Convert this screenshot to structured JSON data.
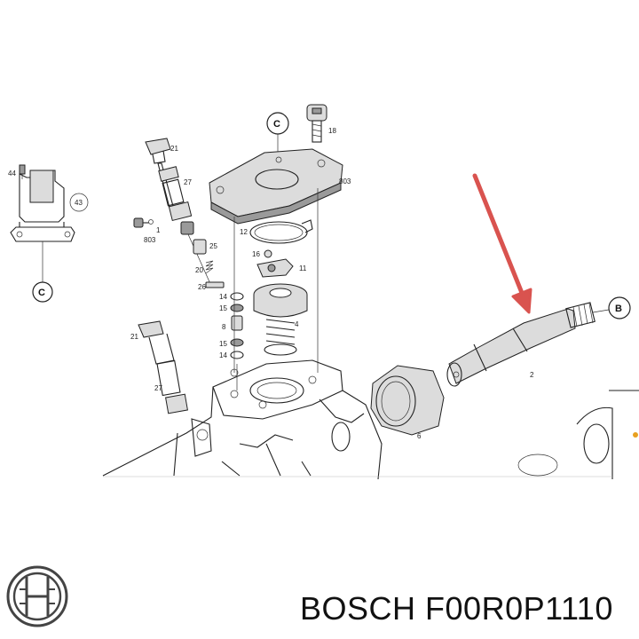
{
  "callouts": {
    "c_top": "C",
    "c_left": "C",
    "b_right": "B"
  },
  "part_numbers": {
    "n44": "44",
    "n43": "43",
    "n21a": "21",
    "n27a": "27",
    "n1": "1",
    "n803a": "803",
    "n25": "25",
    "n20": "20",
    "n26": "26",
    "n18": "18",
    "n803b": "803",
    "n12": "12",
    "n16": "16",
    "n11": "11",
    "n14a": "14",
    "n15a": "15",
    "n8": "8",
    "n15b": "15",
    "n14b": "14",
    "n4": "4",
    "n21b": "21",
    "n27b": "27",
    "n6": "6",
    "n2": "2"
  },
  "caption": {
    "brand": "BOSCH",
    "part_number": "F00R0P1110"
  },
  "colors": {
    "arrow": "#d9534f",
    "line": "#222222",
    "background": "#ffffff"
  },
  "icons": {
    "logo": "bosch-armature-logo-icon",
    "arrow": "red-pointer-arrow-icon"
  }
}
